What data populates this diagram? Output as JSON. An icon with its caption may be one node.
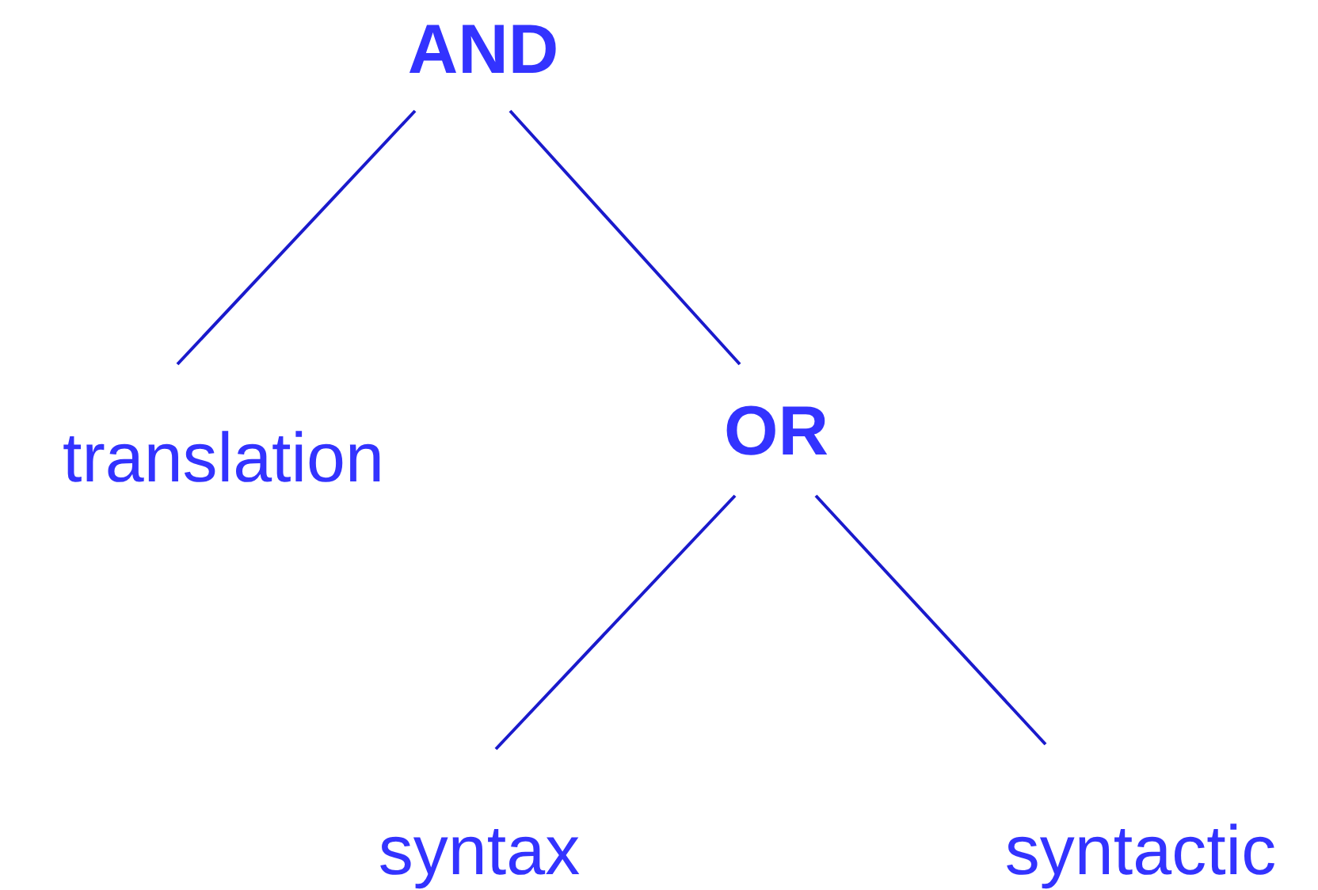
{
  "diagram": {
    "nodes": [
      {
        "text": [
          "AND"
        ]
      },
      {
        "text": [
          "translation"
        ]
      },
      {
        "text": [
          "OR"
        ]
      },
      {
        "text": [
          "syntax"
        ]
      },
      {
        "text": [
          "syntactic"
        ]
      }
    ],
    "edges": [
      {
        "from": 0,
        "to": 1,
        "arrow": "none"
      },
      {
        "from": 0,
        "to": 2,
        "arrow": "none"
      },
      {
        "from": 2,
        "to": 3,
        "arrow": "none"
      },
      {
        "from": 2,
        "to": 4,
        "arrow": "none"
      }
    ]
  }
}
